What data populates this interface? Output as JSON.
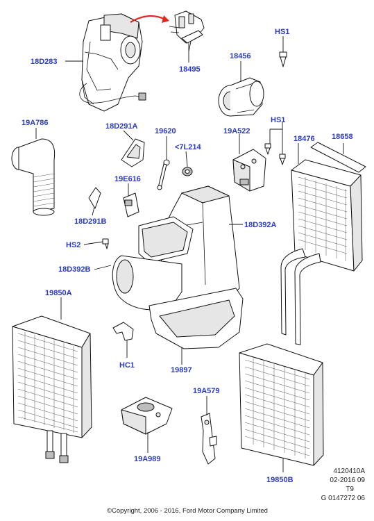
{
  "labels": {
    "18D283": "18D283",
    "18495": "18495",
    "HS1_top": "HS1",
    "18456": "18456",
    "19A786": "19A786",
    "18D291A": "18D291A",
    "19620": "19620",
    "7L214": "<7L214",
    "19A522": "19A522",
    "HS1_mid": "HS1",
    "18476": "18476",
    "18658": "18658",
    "19E616": "19E616",
    "18D291B": "18D291B",
    "18D392A": "18D392A",
    "HS2": "HS2",
    "18D392B": "18D392B",
    "19850A": "19850A",
    "HC1": "HC1",
    "19897": "19897",
    "19A579": "19A579",
    "19A989": "19A989",
    "19850B": "19850B"
  },
  "reference": {
    "line1": "4120410A",
    "line2": "02-2016 09",
    "line3": "T9",
    "line4": "G 0147272 06"
  },
  "copyright": "©Copyright, 2006 - 2016, Ford Motor Company Limited",
  "colors": {
    "label": "#2a39c9",
    "arrow": "#e0281e",
    "line": "#111111"
  }
}
